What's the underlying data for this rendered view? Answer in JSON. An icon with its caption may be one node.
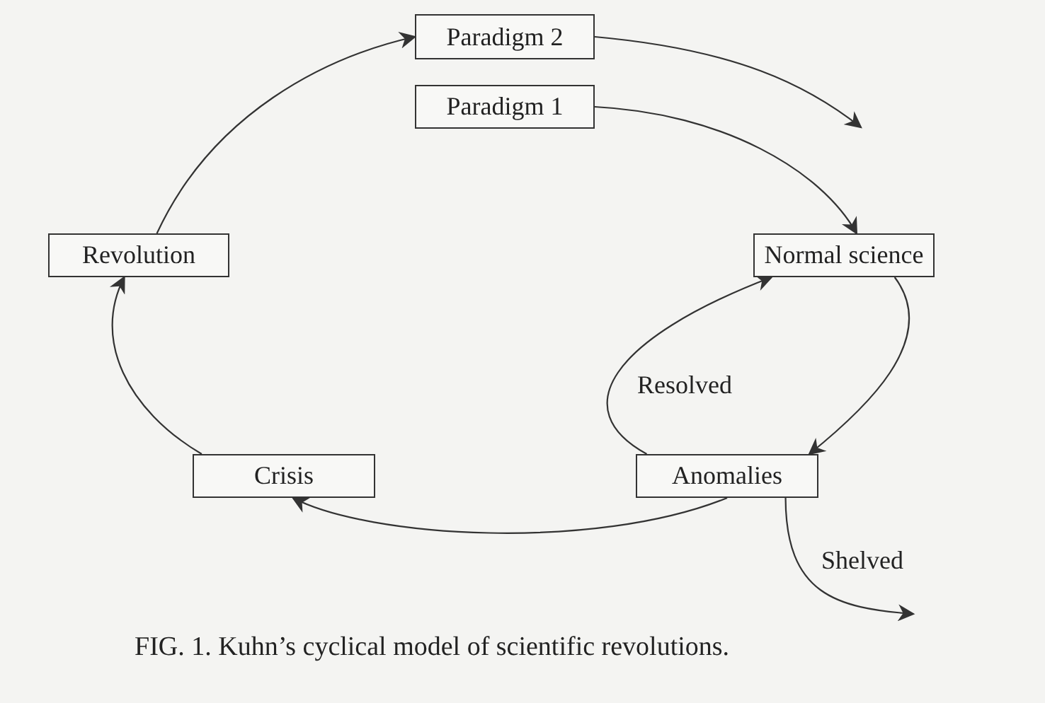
{
  "diagram": {
    "caption": "FIG. 1. Kuhn’s cyclical model of scientific revolutions.",
    "nodes": [
      {
        "text": [
          "Paradigm 2"
        ]
      },
      {
        "text": [
          "Paradigm 1"
        ]
      },
      {
        "text": [
          "Revolution"
        ]
      },
      {
        "text": [
          "Normal science"
        ]
      },
      {
        "text": [
          "Crisis"
        ]
      },
      {
        "text": [
          "Anomalies"
        ]
      }
    ],
    "edges": [
      {
        "from": 0,
        "to": null,
        "arrow": "to"
      },
      {
        "from": 1,
        "to": 3,
        "arrow": "to"
      },
      {
        "from": 3,
        "to": 5,
        "arrow": "to"
      },
      {
        "from": 5,
        "to": 3,
        "arrow": "to",
        "label": "Resolved"
      },
      {
        "from": 5,
        "to": 4,
        "arrow": "to"
      },
      {
        "from": 4,
        "to": 2,
        "arrow": "to"
      },
      {
        "from": 2,
        "to": 0,
        "arrow": "to"
      },
      {
        "from": 5,
        "to": null,
        "arrow": "to",
        "label": "Shelved"
      }
    ]
  }
}
